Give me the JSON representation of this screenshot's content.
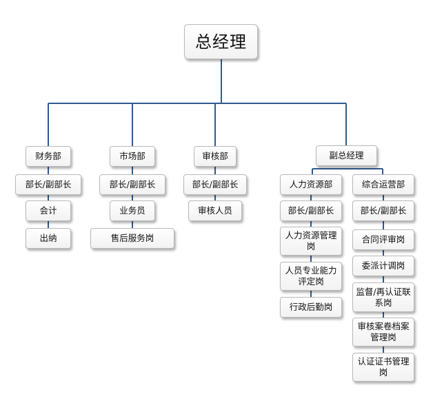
{
  "org_chart": {
    "root": "总经理",
    "finance": {
      "dept": "财务部",
      "head": "部长/副部长",
      "staff": [
        "会计",
        "出纳"
      ]
    },
    "market": {
      "dept": "市场部",
      "head": "部长/副部长",
      "staff": [
        "业务员",
        "售后服务岗"
      ]
    },
    "audit": {
      "dept": "审核部",
      "head": "部长/副部长",
      "staff": [
        "审核人员"
      ]
    },
    "deputy": {
      "title": "副总经理",
      "hr": {
        "dept": "人力资源部",
        "head": "部长/副部长",
        "staff": [
          "人力资源管理岗",
          "人员专业能力评定岗",
          "行政后勤岗"
        ]
      },
      "ops": {
        "dept": "综合运营部",
        "head": "部长/副部长",
        "staff": [
          "合同评审岗",
          "委派计调岗",
          "监督/再认证联系岗",
          "审核案卷档案管理岗",
          "认证证书管理岗"
        ]
      }
    }
  },
  "colors": {
    "connector": "#2e5a8e",
    "box_border": "#b8b8b8"
  }
}
